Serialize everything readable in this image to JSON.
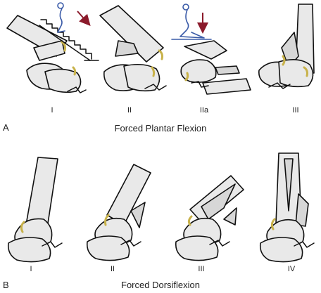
{
  "panels": [
    {
      "letter": "A",
      "caption": "Forced Plantar Flexion",
      "stages": [
        "I",
        "II",
        "IIa",
        "III"
      ]
    },
    {
      "letter": "B",
      "caption": "Forced Dorsiflexion",
      "stages": [
        "I",
        "II",
        "III",
        "IV"
      ]
    }
  ],
  "colors": {
    "figure": "#3a5ba8",
    "arrow": "#8b1a2b",
    "ligament": "#c8b24a",
    "bone_fill": "#e9e9e9",
    "outline": "#111111"
  },
  "icons": {
    "person": "stick-figure-icon",
    "direction": "arrow-icon"
  }
}
